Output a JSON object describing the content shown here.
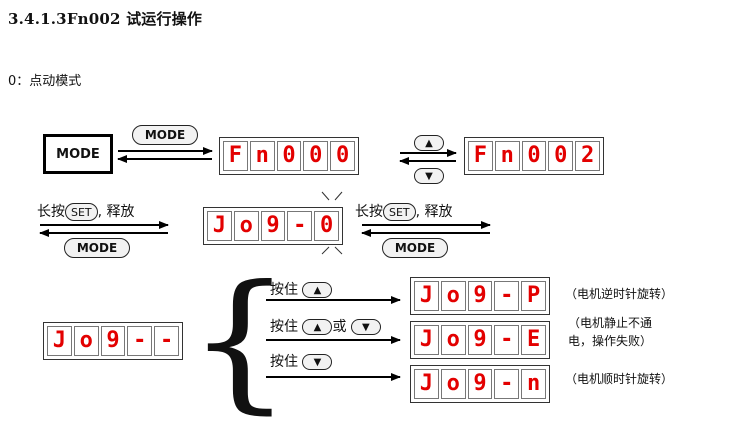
{
  "heading": "3.4.1.3Fn002 试运行操作",
  "subheading": "0：点动模式",
  "mode_box": "MODE",
  "mode_pill": "MODE",
  "set_pill": "SET",
  "displays": {
    "fn000": [
      "F",
      "n",
      "0",
      "0",
      "0"
    ],
    "fn002": [
      "F",
      "n",
      "0",
      "0",
      "2"
    ],
    "jog0": [
      "J",
      "o",
      "9",
      "-",
      "0"
    ],
    "jog_dash": [
      "J",
      "o",
      "9",
      "-",
      "-"
    ],
    "jog_p": [
      "J",
      "o",
      "9",
      "-",
      "P"
    ],
    "jog_e": [
      "J",
      "o",
      "9",
      "-",
      "E"
    ],
    "jog_n": [
      "J",
      "o",
      "9",
      "-",
      "n"
    ]
  },
  "long_press": {
    "left_prefix": "长按",
    "left_suffix": ", 释放",
    "right_prefix": "长按",
    "right_suffix": ", 释放"
  },
  "hold": {
    "up": "按住",
    "both_prefix": "按住",
    "both_or": "或",
    "down": "按住"
  },
  "notes": {
    "forward": "（电机逆时针旋转）",
    "stop_line1": "（电机静止不通",
    "stop_line2": "电，操作失败）",
    "reverse": "（电机顺时针旋转）"
  },
  "icons": {
    "up": "up-triangle-icon",
    "down": "down-triangle-icon"
  }
}
